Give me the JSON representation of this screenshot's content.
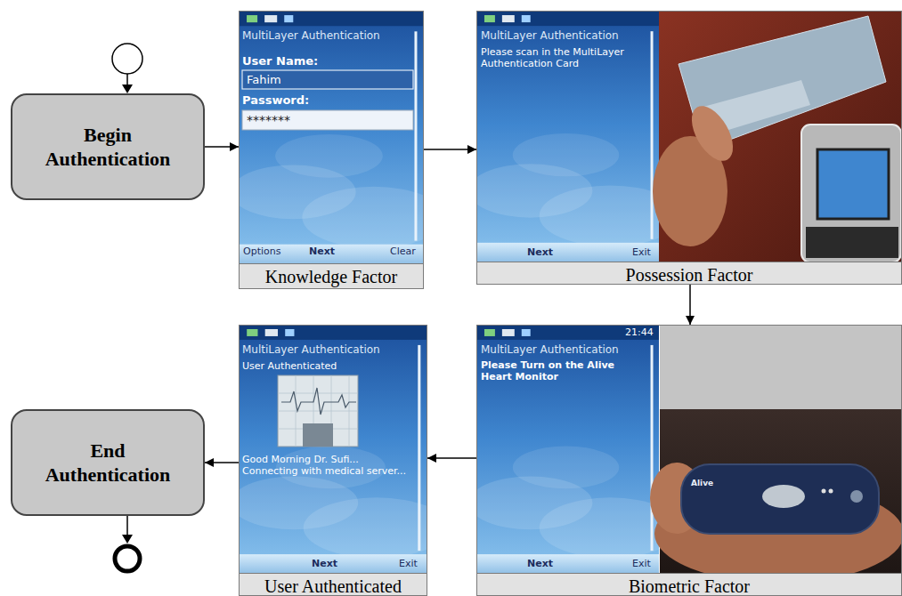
{
  "diagram": {
    "nodes": [
      {
        "text": [
          "Begin Authentication"
        ]
      },
      {
        "text": [
          "Knowledge Factor"
        ]
      },
      {
        "text": [
          "Possession Factor"
        ]
      },
      {
        "text": [
          "Biometric Factor"
        ]
      },
      {
        "text": [
          "User Authenticated"
        ]
      },
      {
        "text": [
          "End Authentication"
        ]
      }
    ],
    "edges": [
      {
        "from": 0,
        "to": 1,
        "arrow": "to"
      },
      {
        "from": 1,
        "to": 2,
        "arrow": "to"
      },
      {
        "from": 2,
        "to": 3,
        "arrow": "to"
      },
      {
        "from": 3,
        "to": 4,
        "arrow": "to"
      },
      {
        "from": 4,
        "to": 5,
        "arrow": "to"
      }
    ],
    "labels": [
      "MultiLayer Authentication",
      "User Name:",
      "Fahim",
      "Password:",
      "*******",
      "Options",
      "Next",
      "Clear",
      "MultiLayer Authentication",
      "Please scan in the MultiLayer Authentication Card",
      "Next",
      "Exit",
      "21:44",
      "MultiLayer Authentication",
      "Please Turn on the Alive Heart Monitor",
      "Next",
      "Exit",
      "Alive",
      "MultiLayer Authentication",
      "User Authenticated",
      "Good Morning Dr. Sufi... Connecting with medical server...",
      "Next",
      "Exit"
    ]
  }
}
